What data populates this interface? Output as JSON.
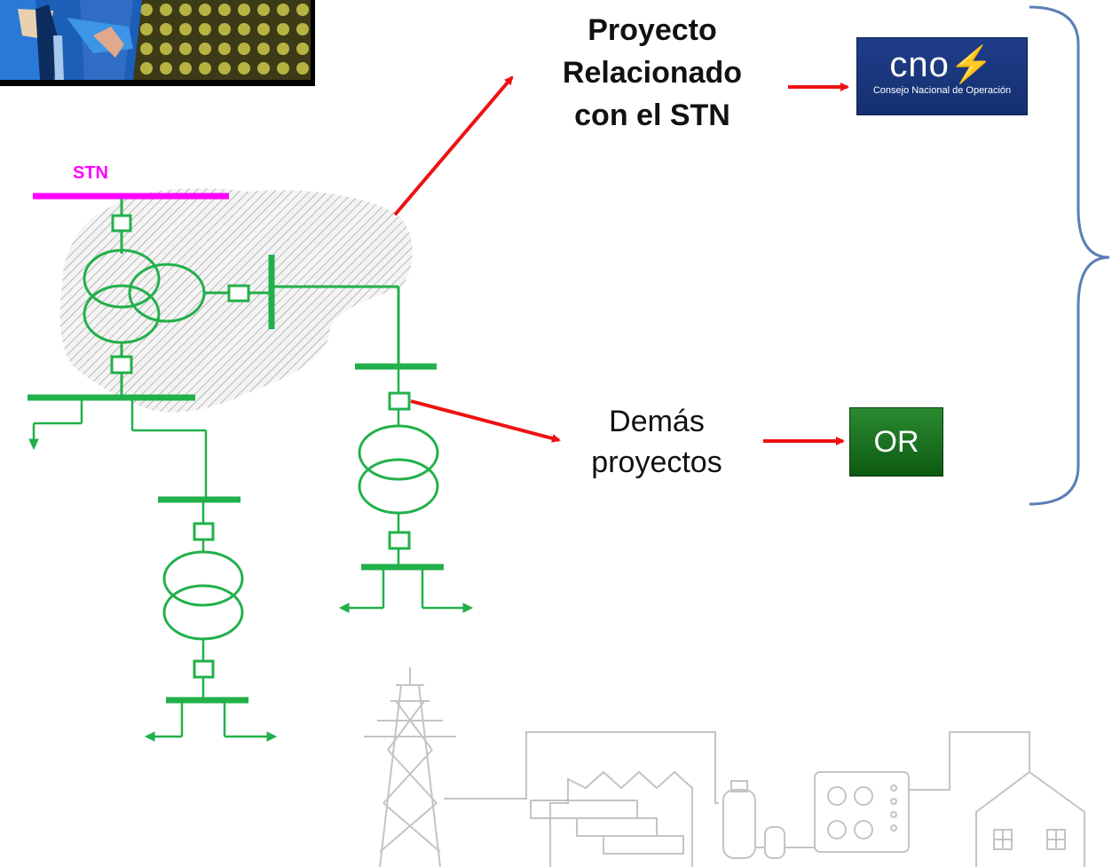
{
  "labels": {
    "stn": "STN",
    "proyecto_stn": [
      "Proyecto",
      "Relacionado",
      "con el STN"
    ],
    "demas": [
      "Demás",
      "proyectos"
    ],
    "or": "OR"
  },
  "logo": {
    "word": "cno",
    "subtitle": "Consejo Nacional de Operación"
  },
  "colors": {
    "stn_bus": "#ff00ff",
    "network": "#22b04a",
    "arrow": "#ee1111",
    "brace": "#5b7fb5",
    "cno_bg": "#1f3d8a",
    "or_bg": "#1b7a22",
    "background_sketch": "#c8c8c8"
  },
  "icons": [
    "clipart-businessman",
    "transmission-tower-icon",
    "factory-icon",
    "gas-tank-icon",
    "hvac-unit-icon",
    "house-icon"
  ]
}
